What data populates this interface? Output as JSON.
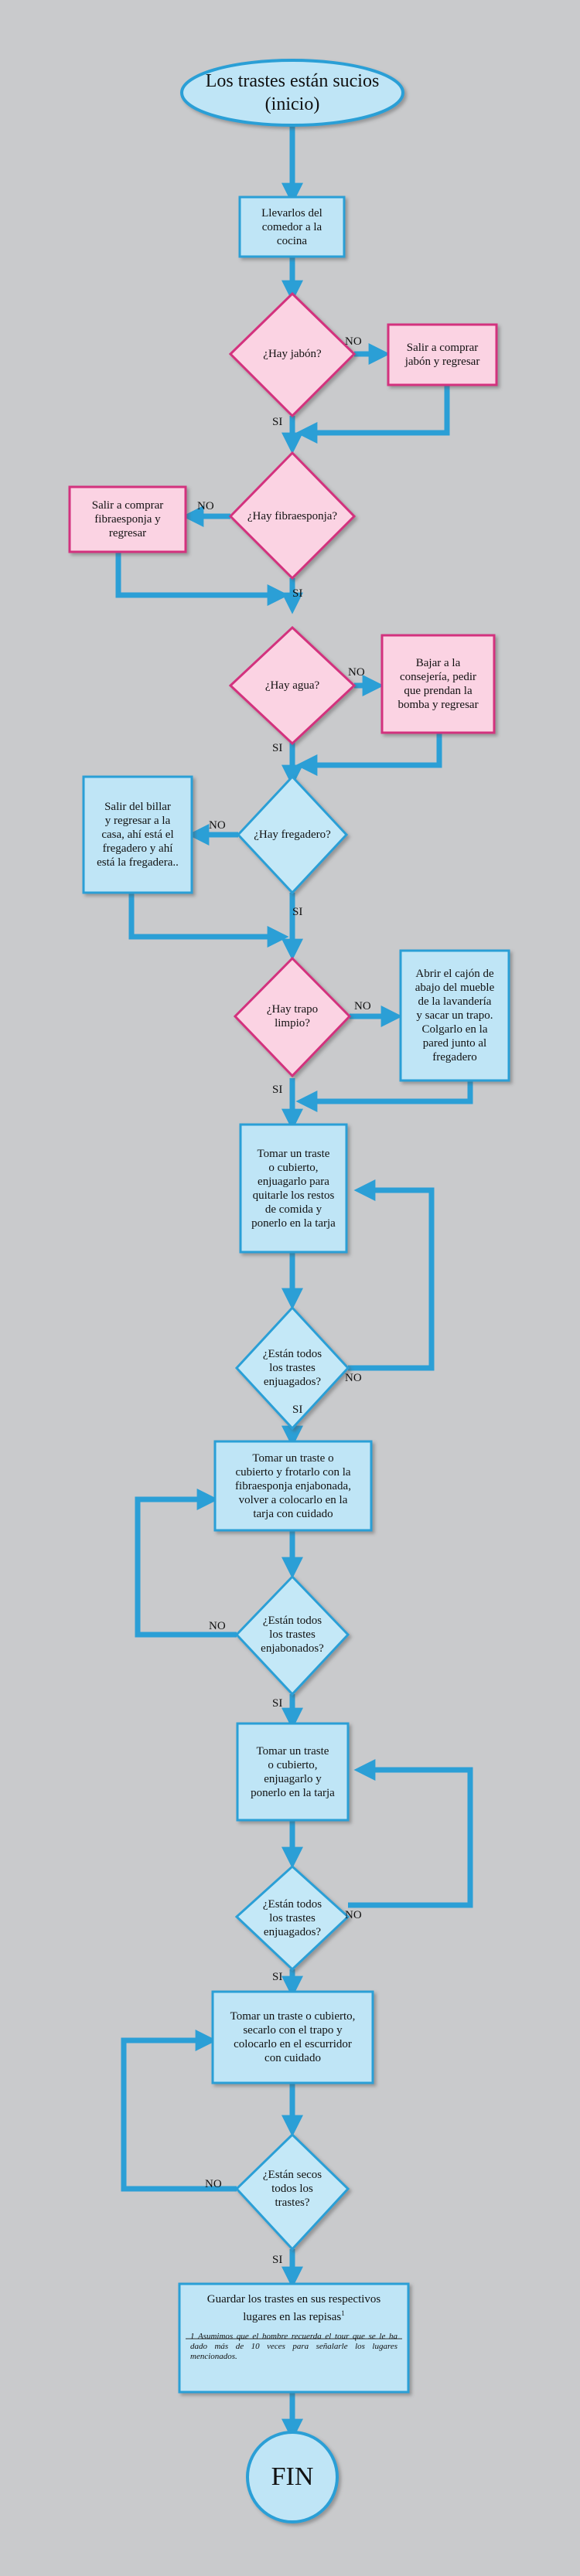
{
  "start": "Los trastes están sucios\n(inicio)",
  "end": "FIN",
  "labels": {
    "no": "NO",
    "si": "SI"
  },
  "steps": {
    "s1": "Llevarlos del\ncomedor a la\ncocina",
    "q1": "¿Hay jabón?",
    "s2": "Salir a comprar\njabón y regresar",
    "q2": "¿Hay fibraesponja?",
    "s3": "Salir a comprar\nfibraesponja y\nregresar",
    "q3": "¿Hay agua?",
    "s4": "Bajar a la\nconsejería, pedir\nque prendan la\nbomba y regresar",
    "q4": "¿Hay fregadero?",
    "s5": "Salir del billar\ny regresar a la\ncasa, ahí está el\nfregadero y ahí\nestá la fregadera..",
    "q5": "¿Hay trapo\nlimpio?",
    "s6": "Abrir el cajón de\nabajo del mueble\nde la lavandería\ny sacar un trapo.\nColgarlo en la\npared junto al\nfregadero",
    "s7": "Tomar un traste\no cubierto,\nenjuagarlo para\nquitarle los restos\nde comida y\nponerlo en la tarja",
    "q6": "¿Están todos\nlos trastes\nenjuagados?",
    "s8": "Tomar un traste o\ncubierto y frotarlo con la\nfibraesponja enjabonada,\nvolver a colocarlo en la\ntarja con cuidado",
    "q7": "¿Están todos\nlos trastes\nenjabonados?",
    "s9": "Tomar un traste\no cubierto,\nenjuagarlo y\nponerlo en la tarja",
    "q8": "¿Están todos\nlos trastes\nenjuagados?",
    "s10": "Tomar un traste o cubierto,\nsecarlo con el trapo y\ncolocarlo en el escurridor\ncon cuidado",
    "q9": "¿Están secos\ntodos los\ntrastes?",
    "s11": "Guardar los trastes en sus respectivos\nlugares en las repisas",
    "s11_mark": "1"
  },
  "footnote": "1 Asumimos que el hombre recuerda el tour que se le ha dado más de 10 veces para señalarle los lugares mencionados.",
  "colors": {
    "background": "#c9cacc",
    "process_fill": "#bfe5f6",
    "process_stroke": "#2b9fd6",
    "decision_pink_fill": "#fbd3e3",
    "decision_pink_stroke": "#d3307e",
    "decision_blue_fill": "#c4e8f7",
    "decision_blue_stroke": "#2b9fd6",
    "arrow": "#2b9fd6"
  }
}
